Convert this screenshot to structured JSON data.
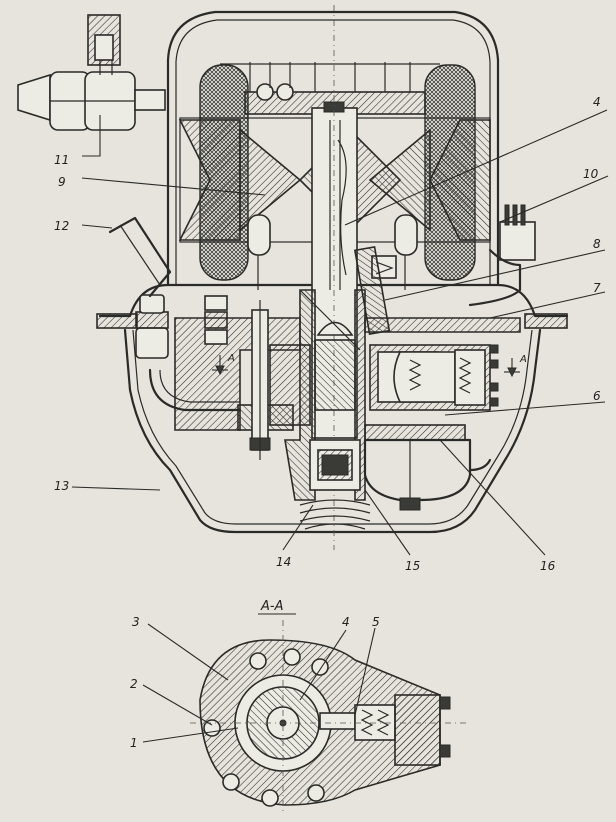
{
  "labels": {
    "c1": "1",
    "c2": "2",
    "c3": "3",
    "c4_top": "4",
    "c4_bottom": "4",
    "c5": "5",
    "c6": "6",
    "c7": "7",
    "c8": "8",
    "c9": "9",
    "c10": "10",
    "c11": "11",
    "c12": "12",
    "c13": "13",
    "c14": "14",
    "c15": "15",
    "c16": "16"
  },
  "section": {
    "title": "А-А",
    "mark_left": "А",
    "mark_right": "А"
  }
}
